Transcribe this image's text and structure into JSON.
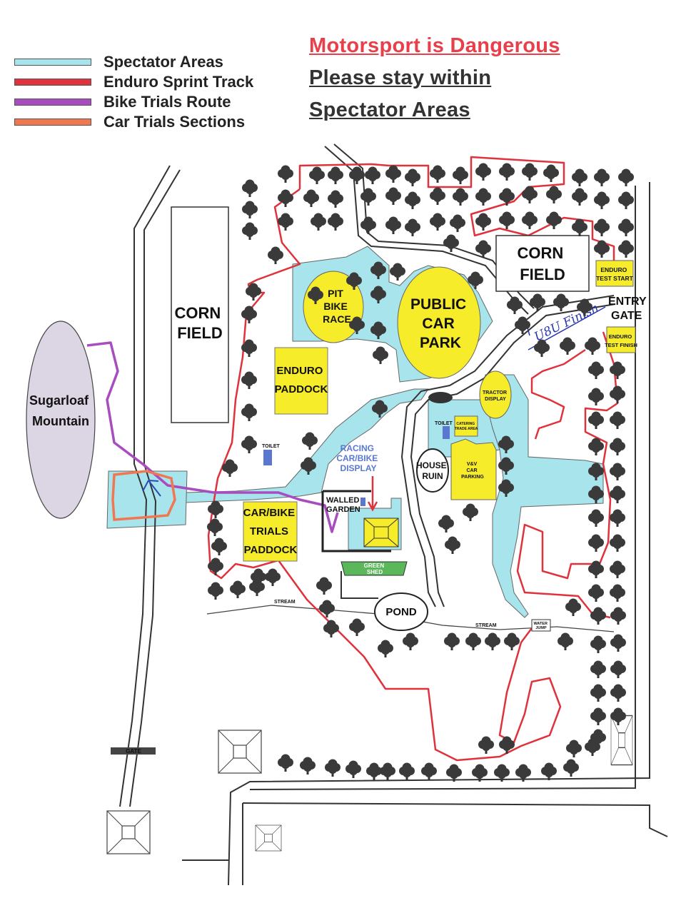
{
  "colors": {
    "spectator": "#a8e4ec",
    "enduro_track": "#e0323c",
    "bike_trials": "#a84cc0",
    "car_trials": "#f07850",
    "yellow_area": "#f6ec2a",
    "mountain": "#dcd6e4",
    "toilet": "#5a78d0",
    "green_shed": "#5ab85a",
    "annotation_blue": "#2636b0"
  },
  "legend": [
    {
      "label": "Spectator Areas",
      "color": "#a8e4ec"
    },
    {
      "label": "Enduro Sprint Track",
      "color": "#e0323c"
    },
    {
      "label": "Bike Trials Route",
      "color": "#a84cc0"
    },
    {
      "label": "Car Trials Sections",
      "color": "#f07850"
    }
  ],
  "warning": {
    "line1": "Motorsport is Dangerous",
    "line2": "Please stay within",
    "line3": "Spectator Areas"
  },
  "areas": {
    "corn_field_left": [
      "CORN",
      "FIELD"
    ],
    "corn_field_right": [
      "CORN",
      "FIELD"
    ],
    "sugarloaf": [
      "Sugarloaf",
      "Mountain"
    ],
    "pit_bike_race": [
      "PIT",
      "BIKE",
      "RACE"
    ],
    "public_car_park": [
      "PUBLIC",
      "CAR",
      "PARK"
    ],
    "enduro_paddock": [
      "ENDURO",
      "PADDOCK"
    ],
    "car_bike_trials_paddock": [
      "CAR/BIKE",
      "TRIALS",
      "PADDOCK"
    ],
    "racing_display": [
      "RACING",
      "CAR/BIKE",
      "DISPLAY"
    ],
    "tractor_display": [
      "TRACTOR",
      "DISPLAY"
    ],
    "catering": [
      "CATERING",
      "TRADE AREA"
    ],
    "vv_parking": [
      "V&V",
      "CAR",
      "PARKING"
    ],
    "house_ruin": [
      "HOUSE",
      "RUIN"
    ],
    "walled_garden": [
      "WALLED",
      "GARDEN"
    ],
    "green_shed": [
      "GREEN",
      "SHED"
    ],
    "pond": "POND",
    "entry_gate": [
      "ENTRY",
      "GATE"
    ],
    "enduro_test_start": [
      "ENDURO",
      "TEST START"
    ],
    "enduro_test_finish": [
      "ENDURO",
      "TEST FINISH"
    ],
    "toilet_1": "TOILET",
    "toilet_2": "TOILET",
    "stream_1": "STREAM",
    "stream_2": "STREAM",
    "water_jump": [
      "WATER",
      "JUMP"
    ],
    "gate": "GATE",
    "handwritten_note": "U8U Finish"
  }
}
